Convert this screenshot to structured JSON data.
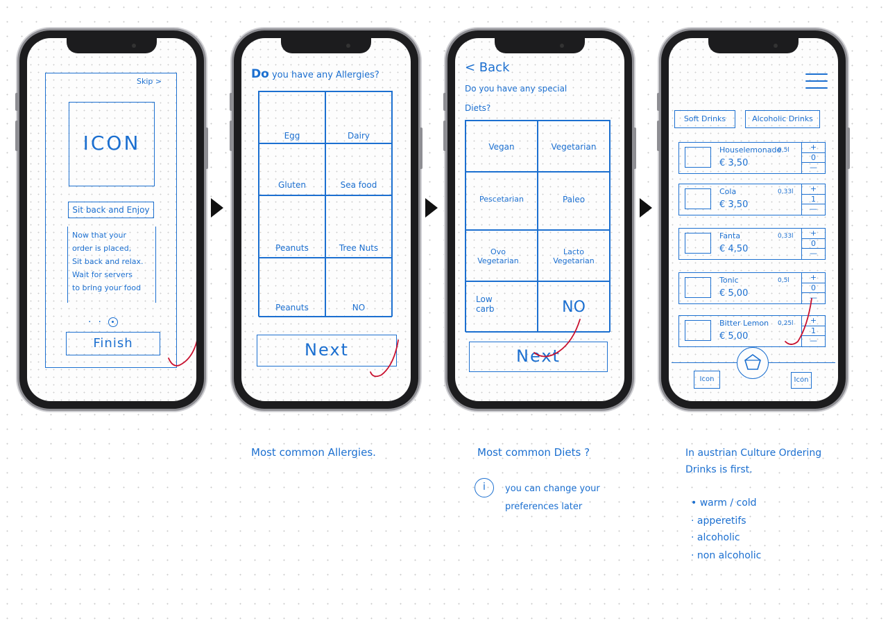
{
  "screens": {
    "onboarding": {
      "skip_label": "Skip >",
      "icon_text": "ICON",
      "headline": "Sit back and Enjoy",
      "body_lines": [
        "Now that your",
        "order is placed,",
        "Sit back and relax.",
        "Wait for servers",
        "to bring your food"
      ],
      "finish_label": "Finish"
    },
    "allergies": {
      "question_bold": "Do",
      "question_rest": "you have any Allergies?",
      "options": [
        "Egg",
        "Dairy",
        "Gluten",
        "Sea food",
        "Peanuts",
        "Tree Nuts",
        "Peanuts",
        "NO"
      ],
      "next_label": "Next"
    },
    "diets": {
      "back_label": "< Back",
      "question_line1": "Do you have any special",
      "question_line2": "Diets?",
      "options": [
        "Vegan",
        "Vegetarian",
        "Pescetarian",
        "Paleo",
        "Ovo Vegetarian",
        "Lacto Vegetarian",
        "Low carb",
        "NO"
      ],
      "next_label": "Next"
    },
    "drinks": {
      "tab_soft": "Soft Drinks",
      "tab_alcoholic": "Alcoholic Drinks",
      "items": [
        {
          "name": "Houselemonade",
          "size": "0,5l",
          "price": "€ 3,50",
          "qty": "0"
        },
        {
          "name": "Cola",
          "size": "0,33l",
          "price": "€ 3,50",
          "qty": "1"
        },
        {
          "name": "Fanta",
          "size": "0,33l",
          "price": "€ 4,50",
          "qty": "0"
        },
        {
          "name": "Tonic",
          "size": "0,5l",
          "price": "€ 5,00",
          "qty": "0"
        },
        {
          "name": "Bitter Lemon",
          "size": "0,25l",
          "price": "€ 5,00",
          "qty": "1"
        }
      ],
      "plus": "+",
      "minus": "—",
      "bottom_left": "Icon",
      "bottom_right": "Icon"
    }
  },
  "notes": {
    "allergies": "Most common Allergies.",
    "diets": "Most common Diets ?",
    "info_icon": "i",
    "info_line1": "you can change your",
    "info_line2": "preferences later",
    "drinks_line1": "In austrian Culture Ordering",
    "drinks_line2": "Drinks is first.",
    "bullets": [
      "warm / cold",
      "apperetifs",
      "alcoholic",
      "non alcoholic"
    ]
  },
  "colors": {
    "ink": "#1b6fd0",
    "check": "#c8102e",
    "frame": "#1c1c1e"
  }
}
